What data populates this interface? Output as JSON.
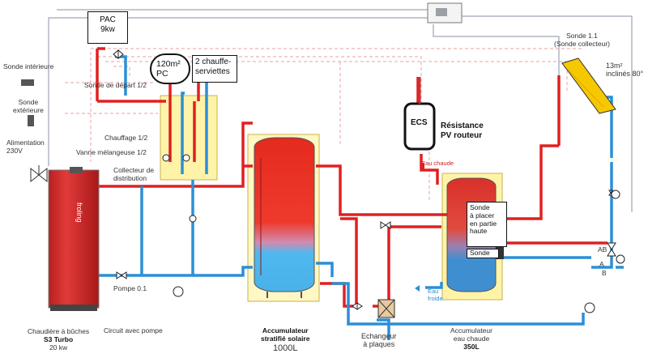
{
  "labels": {
    "pac_line1": "PAC",
    "pac_line2": "9kw",
    "pc_line1": "120m²",
    "pc_line2": "PC",
    "serviettes_line1": "2 chauffe-",
    "serviettes_line2": "serviettes",
    "sonde_interieure": "Sonde intérieure",
    "sonde_exterieure_1": "Sonde",
    "sonde_exterieure_2": "extérieure",
    "alimentation_1": "Alimentation",
    "alimentation_2": "230V",
    "sonde_depart": "Sonde de départ 1/2",
    "chauffage": "Chauffage 1/2",
    "vanne_melangeuse": "Vanne mélangeuse 1/2",
    "collecteur_1": "Collecteur de",
    "collecteur_2": "distribution",
    "pompe": "Pompe 0.1",
    "ecs": "ECS",
    "resistance_1": "Résistance",
    "resistance_2": "PV routeur",
    "sonde_collecteur_1": "Sonde 1.1",
    "sonde_collecteur_2": "(Sonde collecteur)",
    "panneaux_1": "13m²",
    "panneaux_2": "inclinés 80°",
    "eau_chaude": "Eau chaude",
    "eau_froide_1": "Eau",
    "eau_froide_2": "froide",
    "sonde_placer_1": "Sonde",
    "sonde_placer_2": "à placer",
    "sonde_placer_3": "en partie",
    "sonde_placer_4": "haute",
    "sonde_ballon": "Sonde",
    "vanne_ab": "AB",
    "vanne_a": "A",
    "vanne_b": "B",
    "chaudiere_1": "Chaudière à bûches",
    "chaudiere_2": "S3 Turbo",
    "chaudiere_3": "20 kw",
    "circuit_pompe": "Circuit avec pompe",
    "accu_1": "Accumulateur",
    "accu_2": "stratifié solaire",
    "accu_3": "1000L",
    "echangeur_1": "Echangeur",
    "echangeur_2": "à plaques",
    "accu_ec_1": "Accumulateur",
    "accu_ec_2": "eau chaude",
    "accu_ec_3": "350L",
    "boiler_brand": "froling"
  },
  "colors": {
    "hot_pipe": "#e02020",
    "cold_pipe": "#2b8fd6",
    "boiler": "#d42a2a",
    "panel_bg": "#fff3a8",
    "control_line": "#e8a0a0"
  }
}
